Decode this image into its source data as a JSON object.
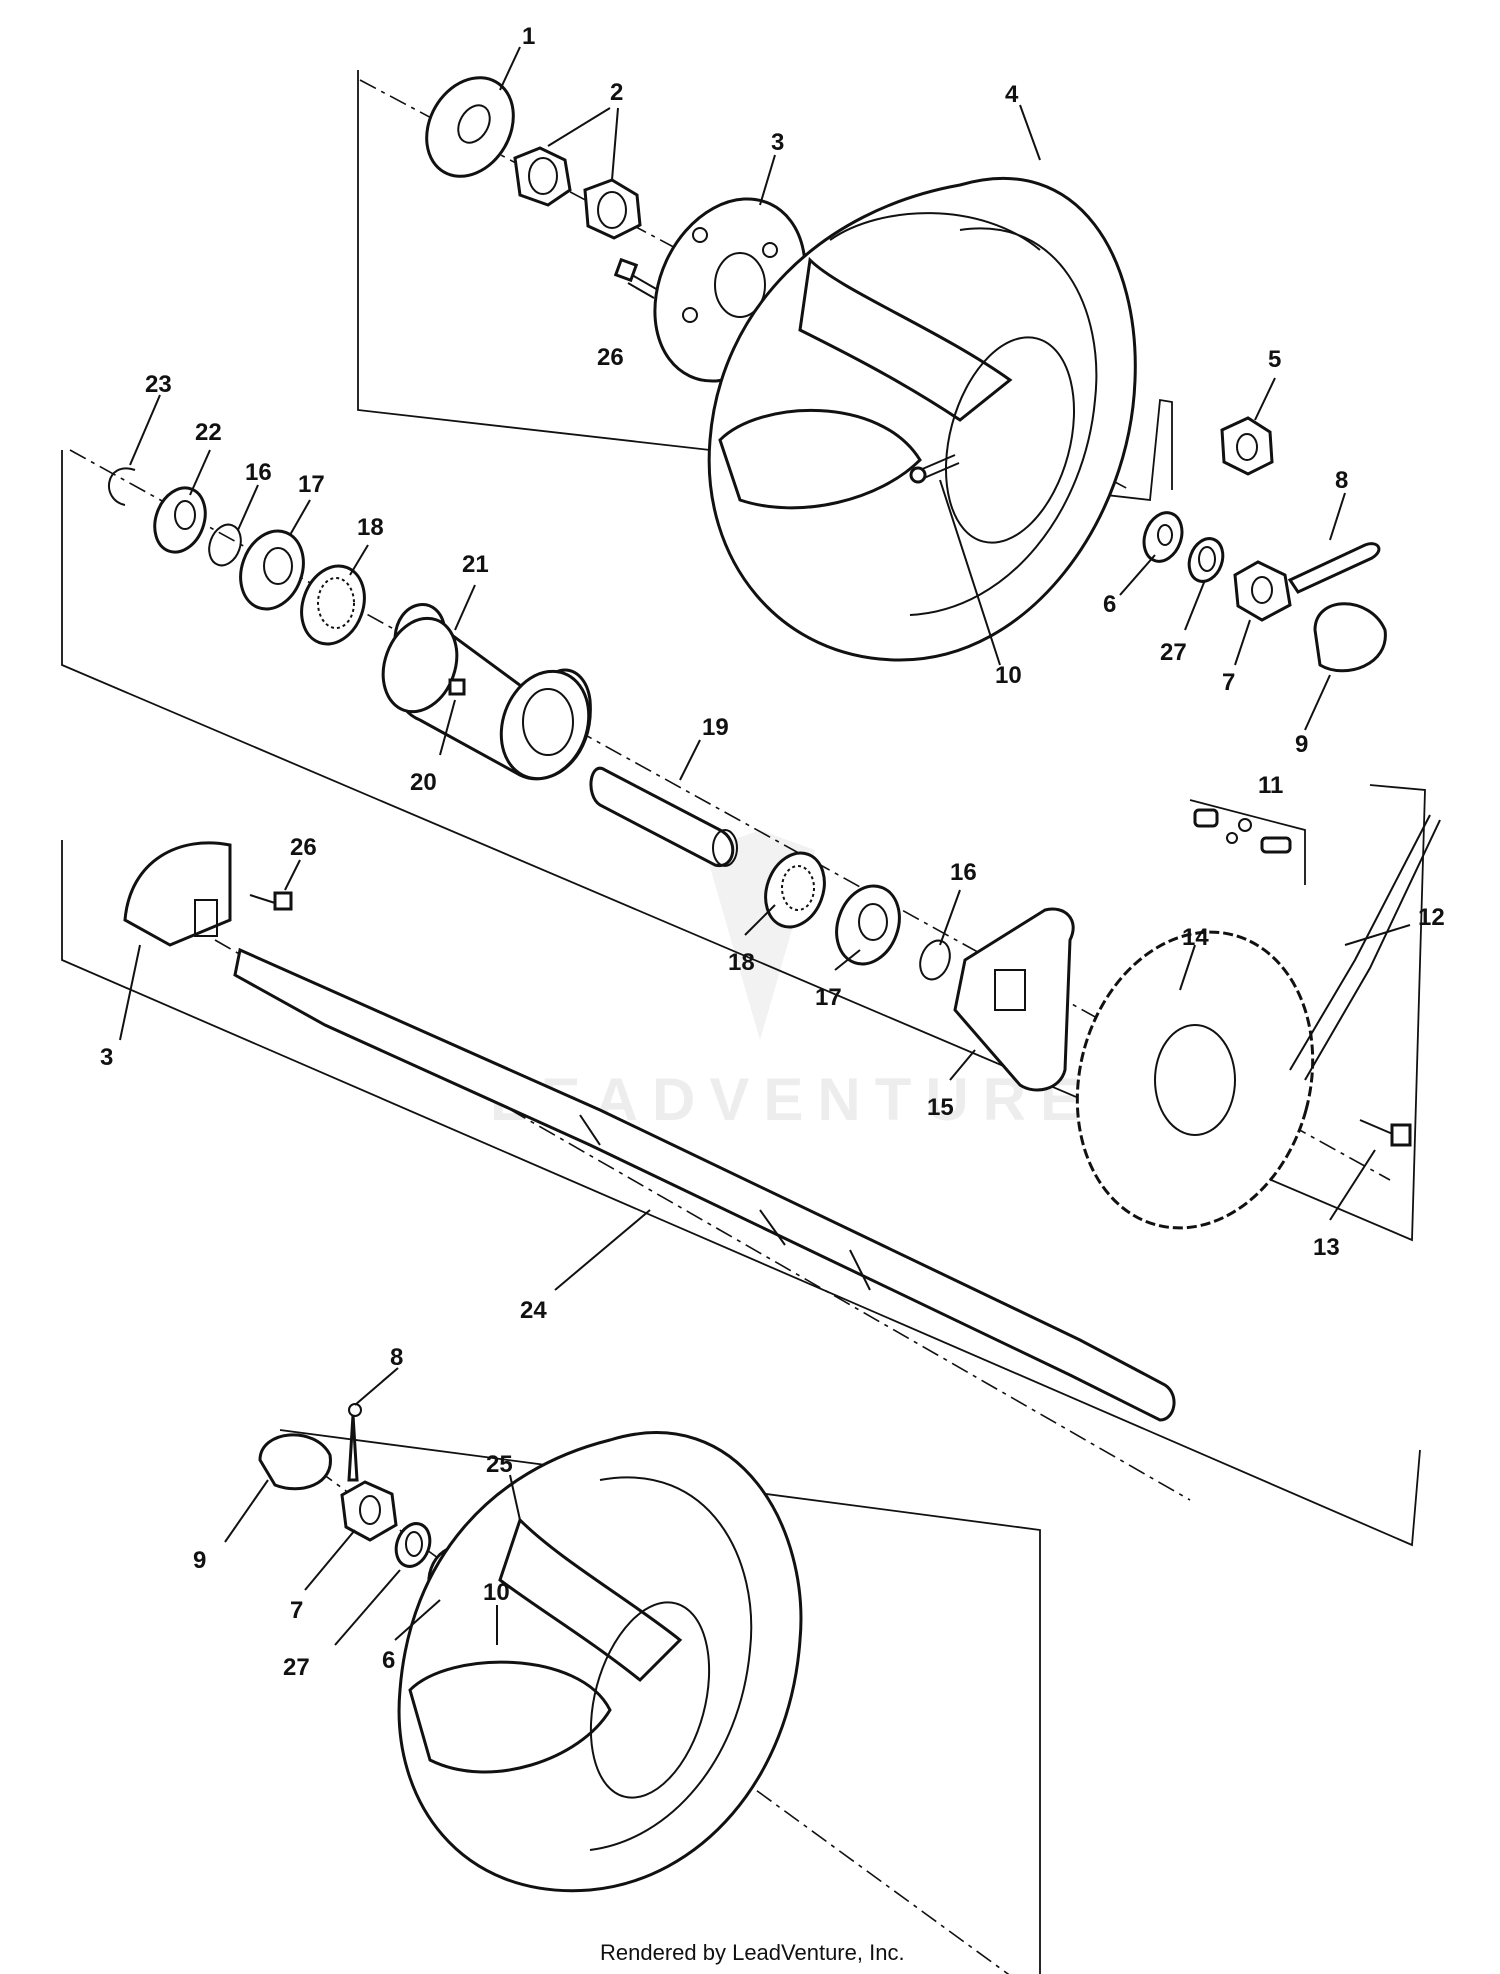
{
  "labels": {
    "l1": "1",
    "l2": "2",
    "l3a": "3",
    "l3b": "3",
    "l4": "4",
    "l5": "5",
    "l6a": "6",
    "l6b": "6",
    "l7a": "7",
    "l7b": "7",
    "l8a": "8",
    "l8b": "8",
    "l9a": "9",
    "l9b": "9",
    "l10a": "10",
    "l10b": "10",
    "l11": "11",
    "l12": "12",
    "l13": "13",
    "l14": "14",
    "l15": "15",
    "l16a": "16",
    "l16b": "16",
    "l17a": "17",
    "l17b": "17",
    "l18a": "18",
    "l18b": "18",
    "l19": "19",
    "l20": "20",
    "l21": "21",
    "l22": "22",
    "l23": "23",
    "l24": "24",
    "l25": "25",
    "l26a": "26",
    "l26b": "26",
    "l27a": "27",
    "l27b": "27"
  },
  "watermark": "LEADVENTURE",
  "footer": "Rendered by LeadVenture, Inc."
}
